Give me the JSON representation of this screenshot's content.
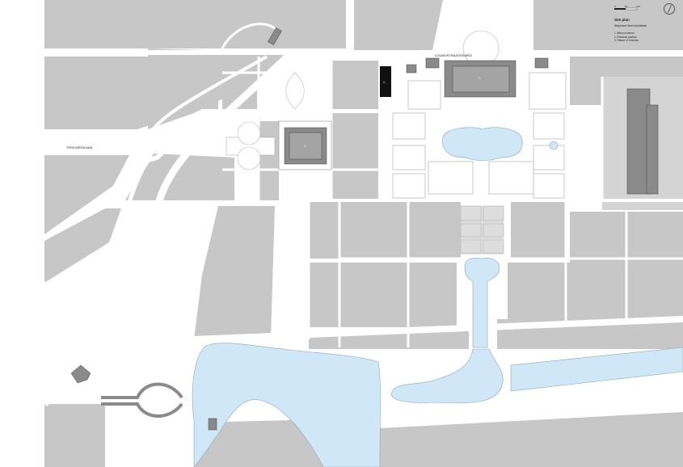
{
  "map": {
    "colors": {
      "park": "#c7c7c7",
      "path": "#ffffff",
      "water": "#cfe7f6",
      "building": "#8a8a8a",
      "museum": "#111111",
      "outline": "#9a9a9a"
    },
    "street_labels": {
      "top_street": "LOUMOSTRAAT/KEWEG",
      "west_road": "TERVURENLAAN"
    },
    "building_numbers": {
      "museum": "1.",
      "palace": "1.",
      "pavilion": "2."
    }
  },
  "legend": {
    "scale": [
      "0",
      "50",
      "100"
    ],
    "title": "Site plan",
    "subtitle": "Stephane Beel Architects",
    "items": [
      "1. Africa museum",
      "2. Entrance pavilion",
      "3. Palace of Colonies"
    ]
  }
}
